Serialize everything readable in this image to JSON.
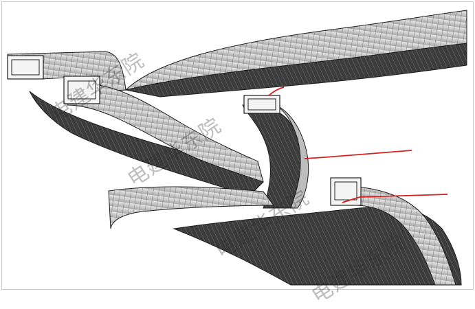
{
  "figure": {
    "watermark_text": "电建华东院",
    "colors": {
      "background": "#ffffff",
      "frame_border": "#c8c8c8",
      "deck_side_light": "#dcdcdc",
      "deck_side_mid": "#b4b4b4",
      "deck_underside_dark": "#3a3a3a",
      "section_face": "#f4f4f4",
      "edge_line": "#1e1e1e",
      "annotation_leader": "#d42020"
    },
    "icons": [
      "bridge-deck",
      "box-girder-section",
      "leader-line"
    ]
  }
}
